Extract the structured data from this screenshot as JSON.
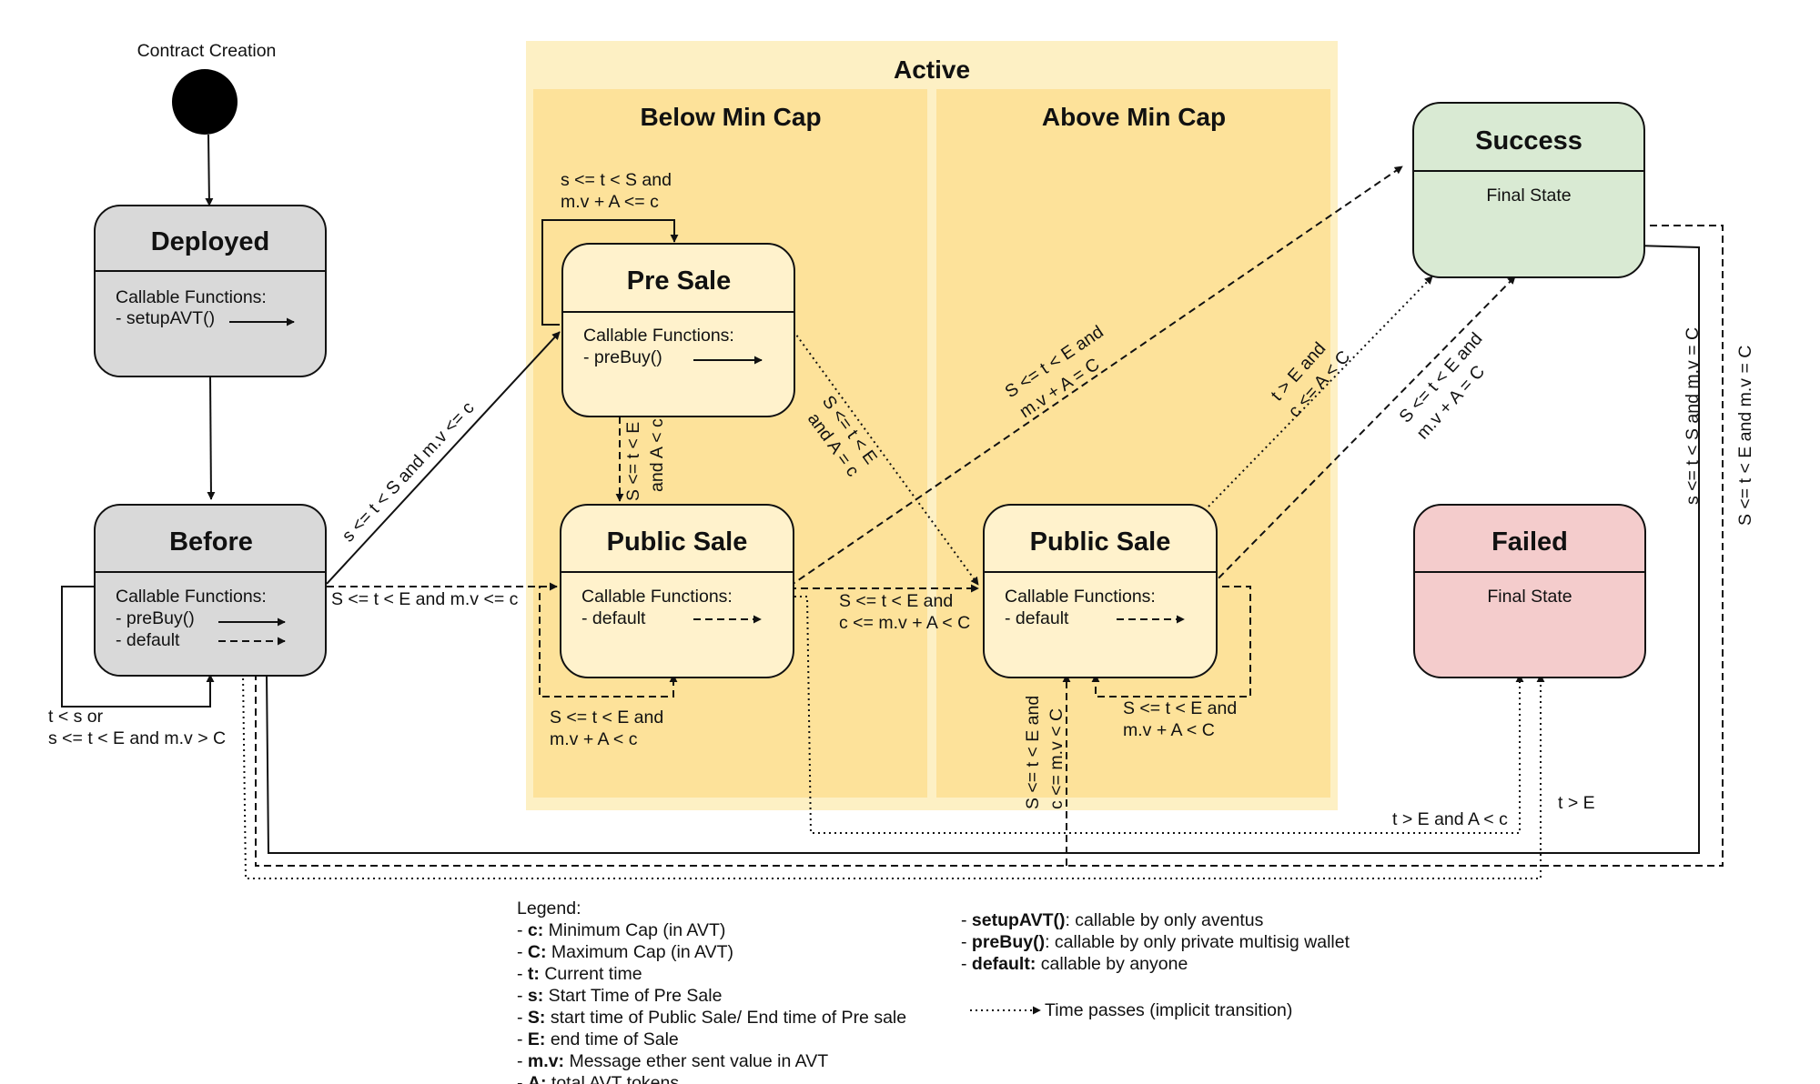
{
  "initial": {
    "label": "Contract Creation"
  },
  "regions": {
    "active": "Active",
    "below_min_cap": "Below Min Cap",
    "above_min_cap": "Above Min Cap"
  },
  "states": {
    "deployed": {
      "title": "Deployed",
      "heading": "Callable Functions:",
      "lines": [
        "- setupAVT()"
      ]
    },
    "before": {
      "title": "Before",
      "heading": "Callable Functions:",
      "lines": [
        "- preBuy()",
        "- default"
      ]
    },
    "pre_sale": {
      "title": "Pre Sale",
      "heading": "Callable Functions:",
      "lines": [
        "- preBuy()"
      ]
    },
    "public_sale_1": {
      "title": "Public Sale",
      "heading": "Callable Functions:",
      "lines": [
        "- default"
      ]
    },
    "public_sale_2": {
      "title": "Public Sale",
      "heading": "Callable Functions:",
      "lines": [
        "- default"
      ]
    },
    "success": {
      "title": "Success",
      "body": "Final State"
    },
    "failed": {
      "title": "Failed",
      "body": "Final State"
    }
  },
  "transitions": {
    "presale_self": [
      "s <= t < S and",
      "m.v + A <= c"
    ],
    "before_self": [
      "t < s or",
      "s <= t < E and m.v > C"
    ],
    "before_to_presale": "s <= t < S and m.v <= c",
    "before_to_public": "S <= t < E and m.v <= c",
    "presale_to_public1": [
      "S <= t < E",
      "and A < c"
    ],
    "presale_to_public2": [
      "S <= t < E",
      "and A = c"
    ],
    "public1_self": [
      "S <= t < E and",
      "m.v + A < c"
    ],
    "public1_to_public2": [
      "S <= t < E and",
      "c <= m.v + A < C"
    ],
    "public1_to_success": [
      "S <= t < E and",
      "m.v + A = C"
    ],
    "public2_to_success_a": [
      "t > E and",
      "c <= A < C"
    ],
    "public2_to_success_b": [
      "S <= t < E and",
      "m.v + A = C"
    ],
    "public2_self": [
      "S <= t < E and",
      "m.v + A < C"
    ],
    "public2_bottom": [
      "S <= t < E and",
      "c <= m.v < C"
    ],
    "to_failed_a": "t > E and A < c",
    "to_failed_b": "t > E",
    "before_to_success_a": "s <= t < S and m.v = C",
    "before_to_success_b": "S <= t < E and m.v = C"
  },
  "legend": {
    "heading": "Legend:",
    "items": [
      {
        "key": "c:",
        "text": " Minimum Cap (in AVT)"
      },
      {
        "key": "C:",
        "text": " Maximum Cap (in AVT)"
      },
      {
        "key": "t:",
        "text": " Current time"
      },
      {
        "key": "s:",
        "text": " Start Time of Pre Sale"
      },
      {
        "key": "S:",
        "text": " start time of Public Sale/ End time of Pre sale"
      },
      {
        "key": "E:",
        "text": " end time of Sale"
      },
      {
        "key": "m.v:",
        "text": " Message ether sent value in AVT"
      },
      {
        "key": "A:",
        "text": " total AVT tokens"
      }
    ],
    "functions": [
      {
        "key": "setupAVT()",
        "text": ": callable by only aventus"
      },
      {
        "key": "preBuy()",
        "text": ": callable by only private multisig wallet"
      },
      {
        "key": "default:",
        "text": " callable by anyone"
      }
    ],
    "time_passes": "Time passes (implicit transition)"
  },
  "colors": {
    "active_bg": "#fdf0c4",
    "lane_bg": "#fde29a",
    "sale_state": "#fff2cc",
    "grey_state": "#d9d9d9",
    "success": "#d9ead3",
    "failed": "#f4cccc"
  }
}
